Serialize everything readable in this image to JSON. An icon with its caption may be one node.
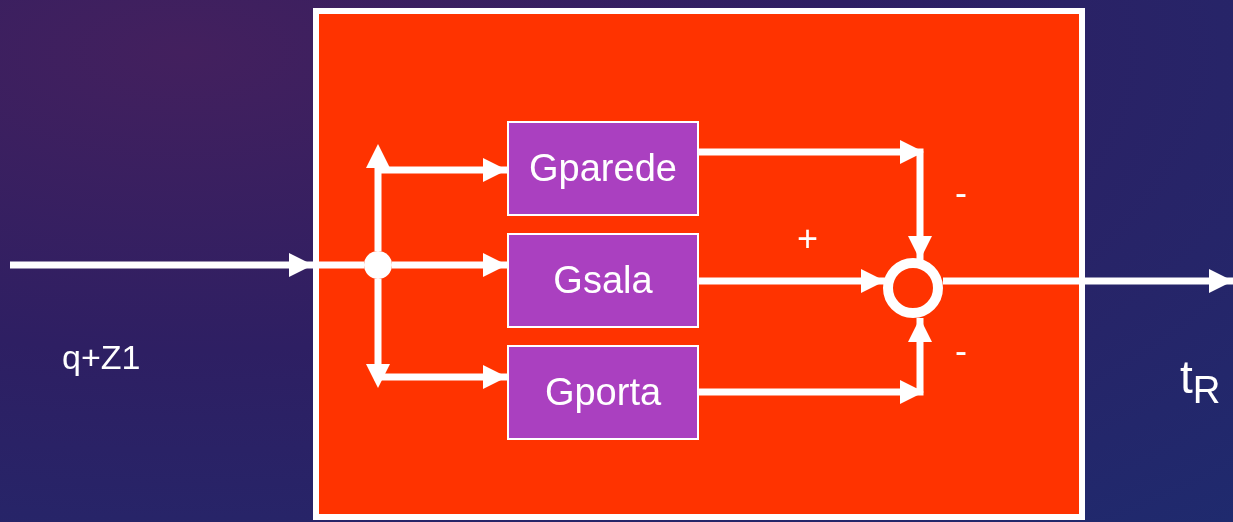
{
  "diagram": {
    "nodes": [
      {
        "text": [],
        "shape": "box"
      },
      {
        "text": [],
        "shape": "circle",
        "in": 0
      },
      {
        "text": [
          "Gparede"
        ],
        "in": 0
      },
      {
        "text": [
          "Gsala"
        ],
        "in": 0
      },
      {
        "text": [
          "Gporta"
        ],
        "in": 0
      },
      {
        "text": [],
        "shape": "circle",
        "in": 0
      }
    ],
    "edges": [
      {
        "from": null,
        "to": 0,
        "arrow": "to",
        "label": "q+Z1"
      },
      {
        "from": 0,
        "to": 1,
        "arrow": "none"
      },
      {
        "from": 1,
        "to": 2,
        "arrow": "to"
      },
      {
        "from": 1,
        "to": 3,
        "arrow": "to"
      },
      {
        "from": 1,
        "to": 4,
        "arrow": "to"
      },
      {
        "from": 2,
        "to": 5,
        "arrow": "to",
        "label": "-"
      },
      {
        "from": 3,
        "to": 5,
        "arrow": "to",
        "label": "+"
      },
      {
        "from": 4,
        "to": 5,
        "arrow": "to",
        "label": "-"
      },
      {
        "from": 5,
        "to": null,
        "arrow": "to",
        "label": "t$_{R}$"
      }
    ]
  }
}
